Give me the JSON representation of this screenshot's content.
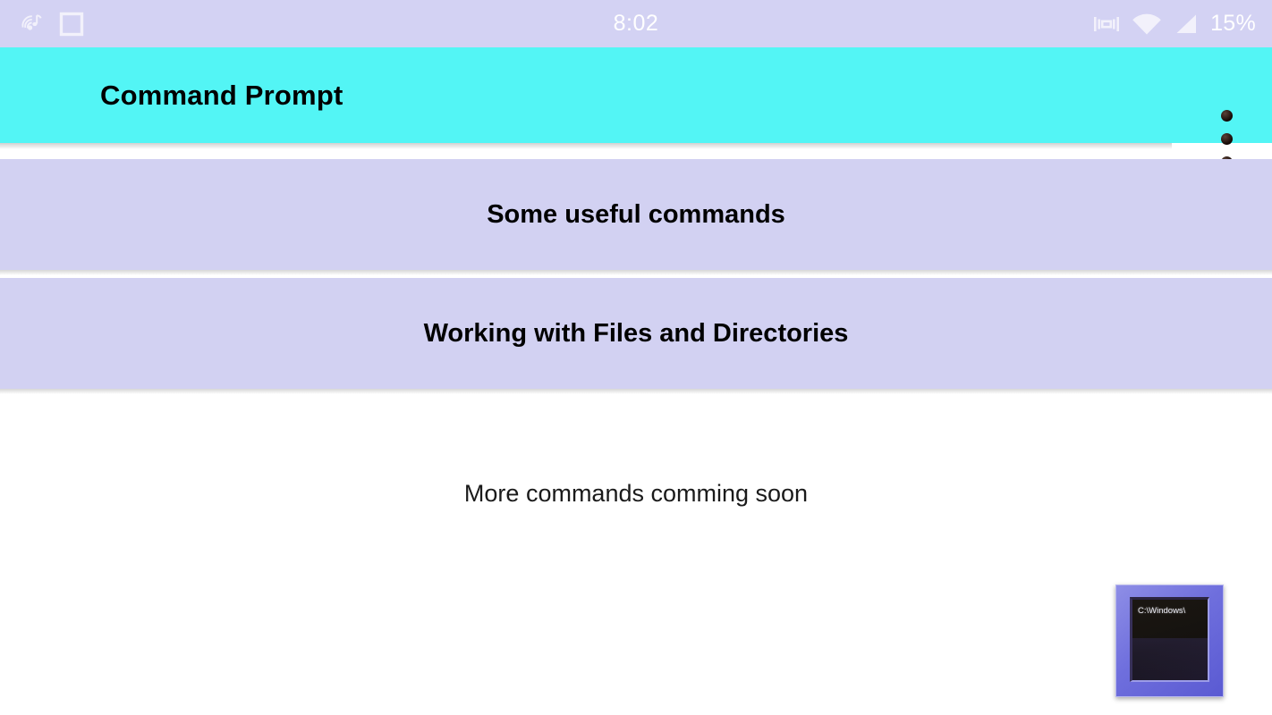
{
  "status_bar": {
    "background_color": "#d3d2f3",
    "clock": "8:02",
    "battery_label": "15%",
    "left_icons": [
      {
        "name": "music-app-icon",
        "glyph": "spiral-note"
      },
      {
        "name": "screenshot-square-icon",
        "glyph": "square-outline"
      }
    ],
    "right_icons": [
      {
        "name": "vibrate-icon",
        "glyph": "vibrate"
      },
      {
        "name": "wifi-icon",
        "glyph": "wifi-full"
      },
      {
        "name": "cellular-signal-icon",
        "glyph": "signal-triangle"
      }
    ]
  },
  "app_bar": {
    "title": "Command Prompt",
    "background_color": "#53f5f5",
    "title_color": "#000000",
    "overflow_menu": {
      "name": "overflow-menu-icon",
      "dot_count": 3
    }
  },
  "main": {
    "background_color": "#ffffff",
    "card_color": "#d2d1f2",
    "cards": [
      {
        "label": "Some useful commands"
      },
      {
        "label": "Working with Files and Directories"
      }
    ],
    "footer_note": "More commands comming soon"
  },
  "cmd_icon": {
    "name": "command-prompt-icon",
    "screen_text": "C:\\Windows\\",
    "frame_color": "#6f6fdd",
    "screen_color": "#15120f"
  }
}
